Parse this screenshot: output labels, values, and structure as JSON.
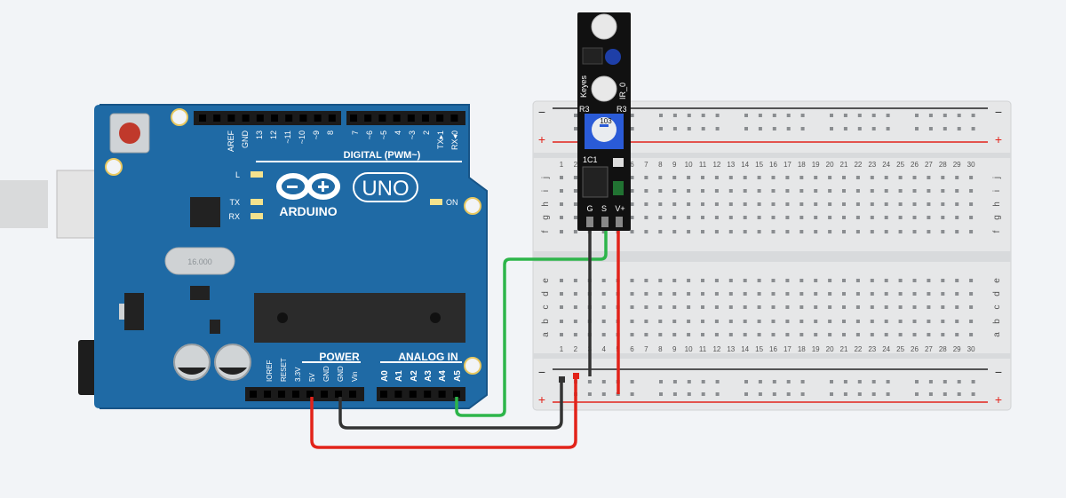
{
  "arduino": {
    "brand": "ARDUINO",
    "model": "UNO",
    "on_label": "ON",
    "led_labels": [
      "L",
      "TX",
      "RX"
    ],
    "digital_header": "DIGITAL (PWM~)",
    "digital_pins": [
      "AREF",
      "GND",
      "13",
      "12",
      "~11",
      "~10",
      "~9",
      "8",
      "7",
      "~6",
      "~5",
      "4",
      "~3",
      "2",
      "TX▸1",
      "RX◂0"
    ],
    "power_header": "POWER",
    "analog_header": "ANALOG IN",
    "power_pins": [
      "IOREF",
      "RESET",
      "3.3V",
      "5V",
      "GND",
      "GND",
      "Vin"
    ],
    "analog_pins": [
      "A0",
      "A1",
      "A2",
      "A3",
      "A4",
      "A5"
    ],
    "crystal_label": "16.000"
  },
  "breadboard": {
    "rows_top": [
      "j",
      "i",
      "h",
      "g",
      "f"
    ],
    "rows_bottom": [
      "e",
      "d",
      "c",
      "b",
      "a"
    ],
    "columns": [
      "1",
      "2",
      "3",
      "4",
      "5",
      "6",
      "7",
      "8",
      "9",
      "10",
      "11",
      "12",
      "13",
      "14",
      "15",
      "16",
      "17",
      "18",
      "19",
      "20",
      "21",
      "22",
      "23",
      "24",
      "25",
      "26",
      "27",
      "28",
      "29",
      "30"
    ],
    "minus": "−",
    "plus": "+"
  },
  "sensor": {
    "brand": "Keyes",
    "model": "IR_0",
    "r3": "R3",
    "r3b": "R3",
    "pot_value": "103",
    "ic": "1C1",
    "pins": [
      "G",
      "S",
      "V+"
    ]
  },
  "colors": {
    "board_blue": "#1f6aa5",
    "wire_green": "#2db54a",
    "wire_red": "#e2231a",
    "wire_black": "#333333"
  }
}
